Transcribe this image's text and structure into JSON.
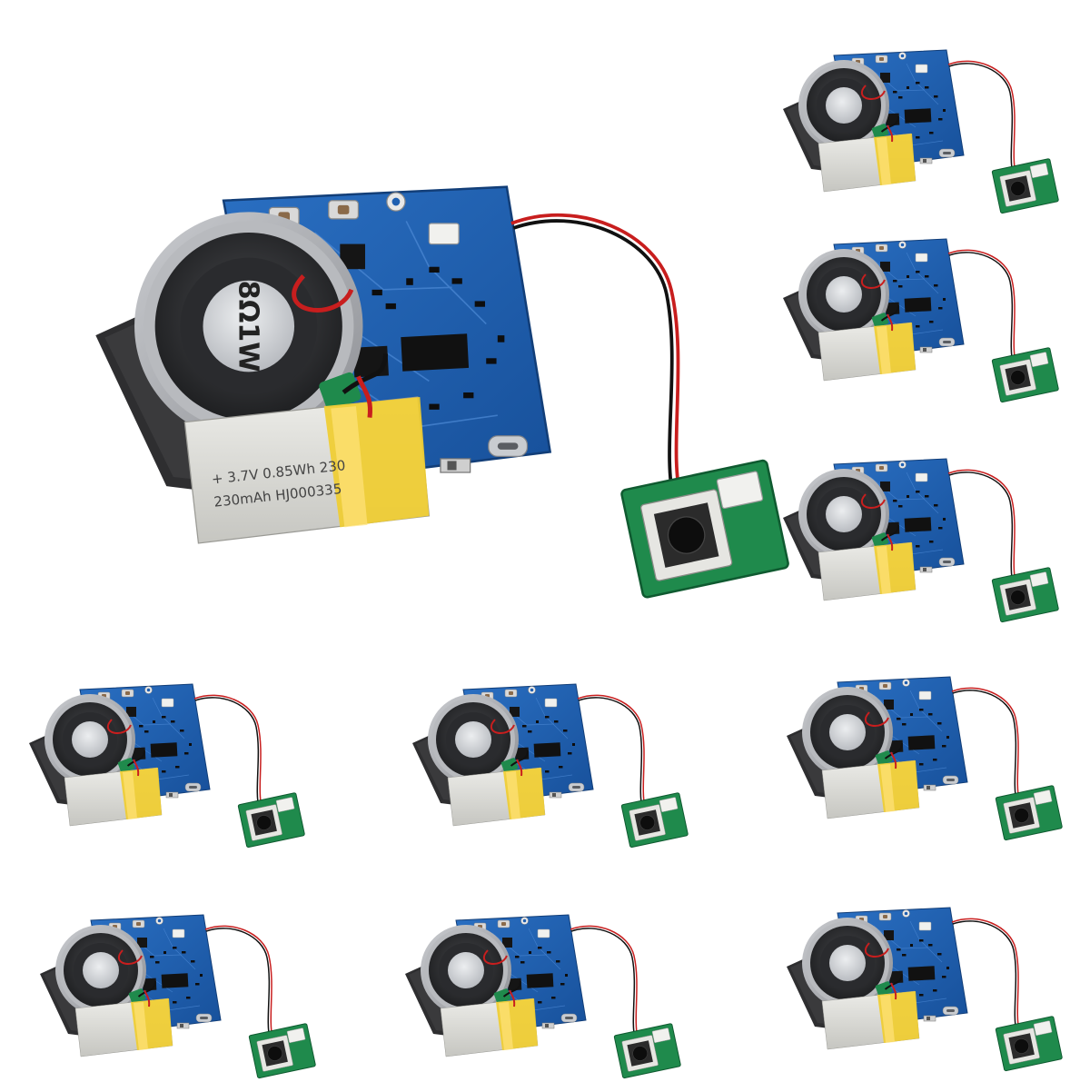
{
  "image": {
    "subject": "recordable sound module with speaker, battery, PCB and push button",
    "module_count": 10
  },
  "speaker": {
    "marking": "8Ω1W"
  },
  "battery": {
    "line1": "+ 3.7V 0.85Wh 230",
    "line2": "230mAh  HJ000335"
  },
  "colors": {
    "background": "#ffffff",
    "pcb": "#1f5fb0",
    "pcb_dark": "#163f7a",
    "backing": "#3a3a3a",
    "speaker_ring": "#a7a9ad",
    "speaker_cone": "#2f3033",
    "battery": "#d8d8d4",
    "battery_tape": "#f3d23a",
    "button_pcb": "#1f8a4c",
    "wire_red": "#c81e1e",
    "wire_black": "#111111"
  }
}
